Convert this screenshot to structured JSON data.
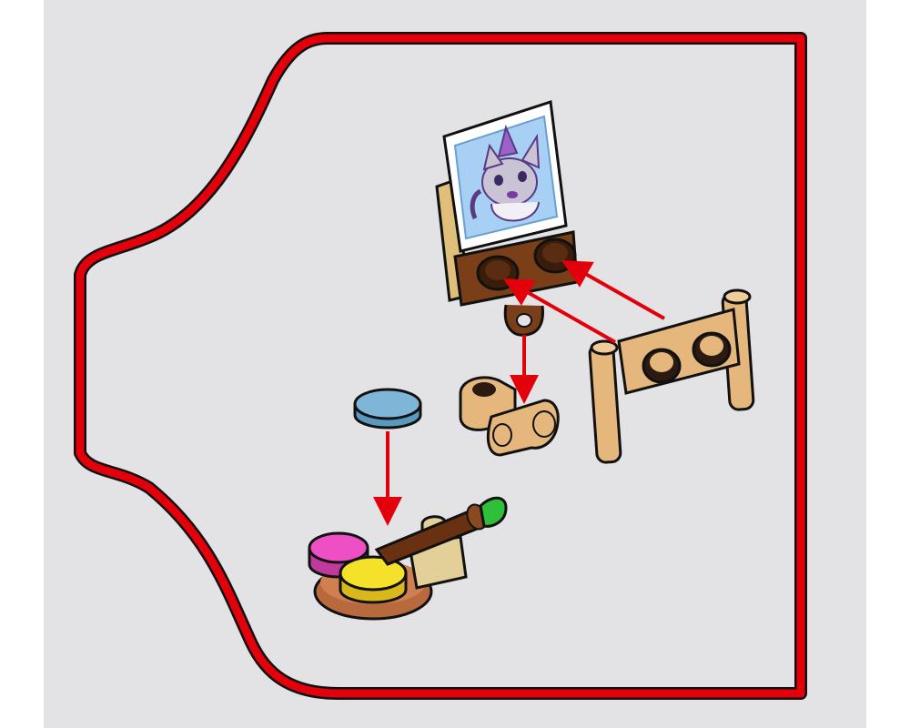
{
  "instruction_step": {
    "frame_color": "#e3000b",
    "arrow_color": "#e3000b",
    "panel_background": "#e3e3e5",
    "parts": [
      {
        "name": "picture-tile-cat",
        "colors": {
          "frame": "#ffffff",
          "picture": "#a8d0f5",
          "cat_fur": "#c9c3d6",
          "hat": "#9b62c8"
        }
      },
      {
        "name": "easel-stand",
        "colors": {
          "wood": "#7a3f18",
          "back": "#e0bf7a",
          "studs": "#4a2410"
        }
      },
      {
        "name": "bar-holder-with-clip",
        "colors": {
          "body": "#e5b77c"
        }
      },
      {
        "name": "clip-plate",
        "colors": {
          "body": "#e5b77c"
        }
      },
      {
        "name": "round-tile-light-blue",
        "colors": {
          "body": "#7db6d6"
        }
      },
      {
        "name": "paint-palette",
        "colors": {
          "magenta": "#ee4fc5",
          "yellow": "#f5e02a",
          "base": "#b86a3c"
        }
      },
      {
        "name": "paintbrush",
        "colors": {
          "handle": "#6a3012",
          "tip": "#2fbf3b"
        }
      }
    ]
  }
}
